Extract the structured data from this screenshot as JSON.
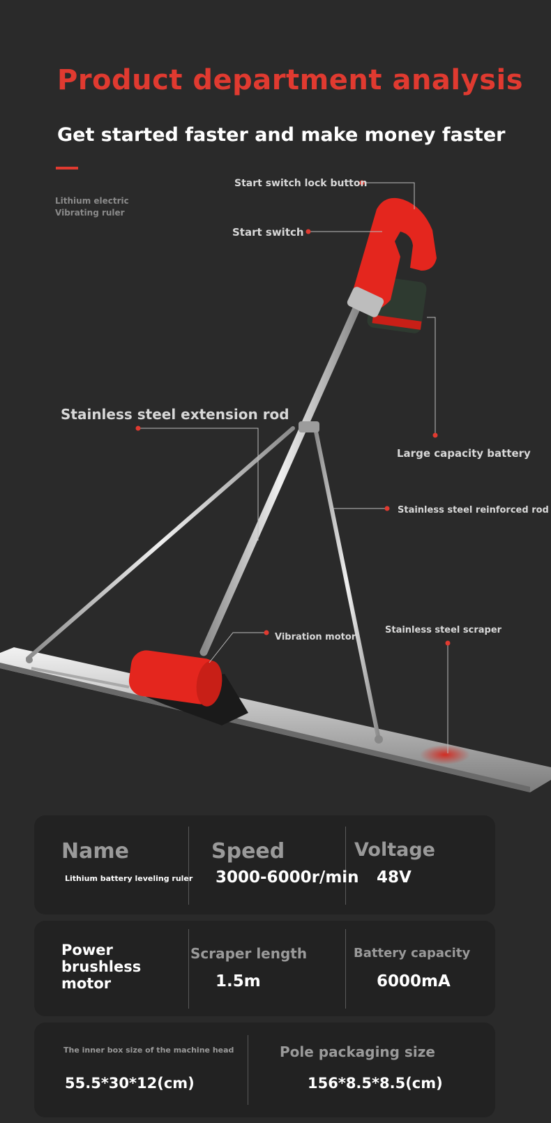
{
  "header": {
    "title": "Product department analysis",
    "subtitle": "Get started faster and make money faster",
    "brand_line1": "Lithium electric",
    "brand_line2": "Vibrating ruler"
  },
  "callouts": {
    "lock_button": "Start switch lock button",
    "start_switch": "Start switch",
    "extension_rod": "Stainless steel extension rod",
    "battery": "Large capacity battery",
    "reinforced_rod": "Stainless steel reinforced rod",
    "scraper": "Stainless steel scraper",
    "vibration_motor": "Vibration motor"
  },
  "specs": {
    "row1": {
      "name_label": "Name",
      "name_value": "Lithium battery leveling ruler",
      "speed_label": "Speed",
      "speed_value": "3000-6000r/min",
      "voltage_label": "Voltage",
      "voltage_value": "48V"
    },
    "row2": {
      "power_line1": "Power",
      "power_line2": "brushless",
      "power_line3": "motor",
      "scraper_label": "Scraper length",
      "scraper_value": "1.5m",
      "battery_label": "Battery capacity",
      "battery_value": "6000mA"
    },
    "row3": {
      "box_label": "The inner box size of the machine head",
      "box_value": "55.5*30*12(cm)",
      "pole_label": "Pole packaging size",
      "pole_value": "156*8.5*8.5(cm)"
    }
  },
  "colors": {
    "background": "#2a2a2a",
    "accent_red": "#e03a30",
    "card_bg": "#222222"
  }
}
